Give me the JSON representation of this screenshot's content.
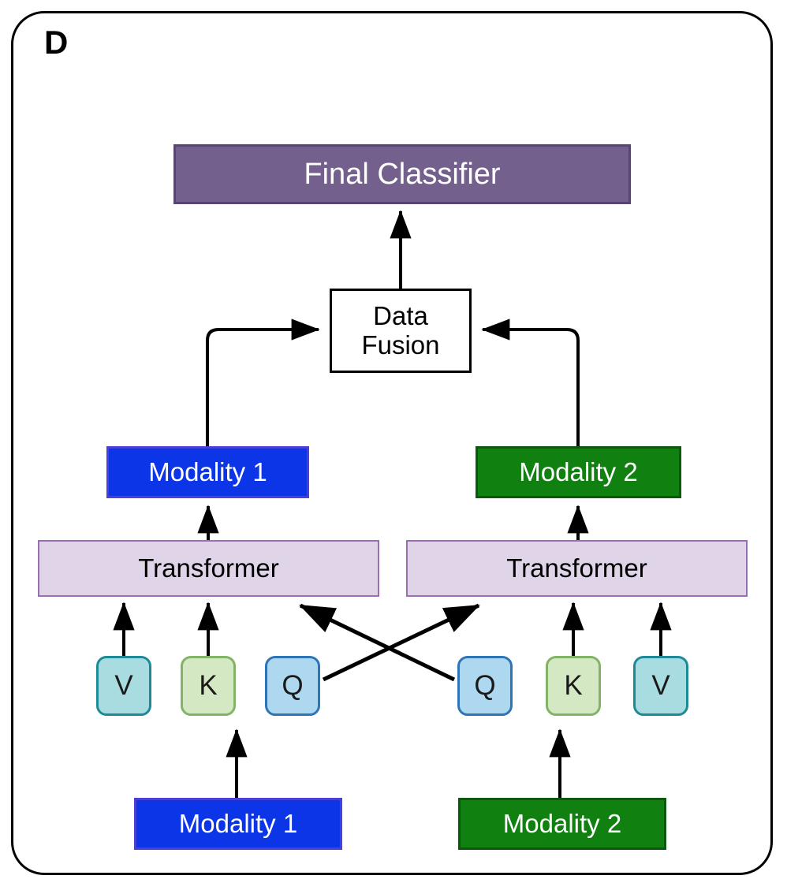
{
  "figure": {
    "panel_letter": "D",
    "background_color": "#ffffff",
    "border_color": "#000000"
  },
  "nodes": {
    "final_classifier": {
      "label": "Final Classifier",
      "fill": "#73608C",
      "text_color": "#ffffff"
    },
    "data_fusion": {
      "label": "Data\nFusion",
      "fill": "#ffffff",
      "text_color": "#000000"
    },
    "modality_mid_1": {
      "label": "Modality 1",
      "fill": "#0D35E8",
      "text_color": "#ffffff"
    },
    "modality_mid_2": {
      "label": "Modality 2",
      "fill": "#108010",
      "text_color": "#ffffff"
    },
    "transformer_left": {
      "label": "Transformer",
      "fill": "#DFD4E8",
      "text_color": "#000000"
    },
    "transformer_right": {
      "label": "Transformer",
      "fill": "#DFD4E8",
      "text_color": "#000000"
    },
    "modality_in_1": {
      "label": "Modality 1",
      "fill": "#0D35E8",
      "text_color": "#ffffff"
    },
    "modality_in_2": {
      "label": "Modality 2",
      "fill": "#108010",
      "text_color": "#ffffff"
    }
  },
  "tokens": {
    "left_branch": [
      {
        "id": "left-v",
        "label": "V",
        "fill": "#A8DCE0",
        "stroke": "#1E8A96"
      },
      {
        "id": "left-k",
        "label": "K",
        "fill": "#D5E8C4",
        "stroke": "#82B366"
      },
      {
        "id": "left-q",
        "label": "Q",
        "fill": "#AED8F0",
        "stroke": "#2E75B6"
      }
    ],
    "right_branch": [
      {
        "id": "right-q",
        "label": "Q",
        "fill": "#AED8F0",
        "stroke": "#2E75B6"
      },
      {
        "id": "right-k",
        "label": "K",
        "fill": "#D5E8C4",
        "stroke": "#82B366"
      },
      {
        "id": "right-v",
        "label": "V",
        "fill": "#A8DCE0",
        "stroke": "#1E8A96"
      }
    ]
  },
  "edges": [
    {
      "from": "data-fusion",
      "to": "final-classifier",
      "style": "straight-up"
    },
    {
      "from": "modality-mid-1",
      "to": "data-fusion",
      "style": "elbow-right"
    },
    {
      "from": "modality-mid-2",
      "to": "data-fusion",
      "style": "elbow-left"
    },
    {
      "from": "transformer-left",
      "to": "modality-mid-1",
      "style": "straight-up"
    },
    {
      "from": "transformer-right",
      "to": "modality-mid-2",
      "style": "straight-up"
    },
    {
      "from": "left-v",
      "to": "transformer-left",
      "style": "straight-up"
    },
    {
      "from": "left-k",
      "to": "transformer-left",
      "style": "straight-up"
    },
    {
      "from": "left-q",
      "to": "transformer-right",
      "style": "diagonal-cross"
    },
    {
      "from": "right-q",
      "to": "transformer-left",
      "style": "diagonal-cross"
    },
    {
      "from": "right-k",
      "to": "transformer-right",
      "style": "straight-up"
    },
    {
      "from": "right-v",
      "to": "transformer-right",
      "style": "straight-up"
    },
    {
      "from": "modality-in-1",
      "to": "left-k",
      "style": "straight-up"
    },
    {
      "from": "modality-in-2",
      "to": "right-k",
      "style": "straight-up"
    }
  ]
}
